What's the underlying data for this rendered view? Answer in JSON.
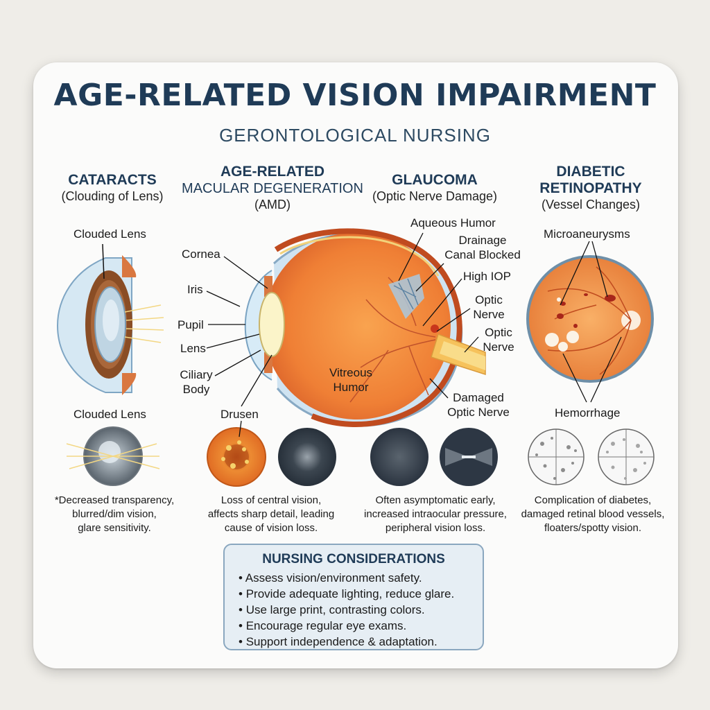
{
  "title": "AGE-RELATED VISION IMPAIRMENT",
  "subtitle": "GERONTOLOGICAL NURSING",
  "columns": [
    {
      "heading": "CATARACTS",
      "sub": "(Clouding of Lens)"
    },
    {
      "heading_line1": "AGE-RELATED",
      "heading_line2": "MACULAR DEGENERATION",
      "sub": "(AMD)"
    },
    {
      "heading": "GLAUCOMA",
      "sub": "(Optic Nerve Damage)"
    },
    {
      "heading_line1": "DIABETIC",
      "heading_line2": "RETINOPATHY",
      "sub": "(Vessel Changes)"
    }
  ],
  "labels": {
    "clouded_lens_top": "Clouded Lens",
    "clouded_lens_bottom": "Clouded Lens",
    "cornea": "Cornea",
    "iris": "Iris",
    "pupil": "Pupil",
    "lens": "Lens",
    "ciliary_body_1": "Ciliary",
    "ciliary_body_2": "Body",
    "drusen": "Drusen",
    "vitreous_1": "Vitreous",
    "vitreous_2": "Humor",
    "aqueous": "Aqueous Humor",
    "drainage_1": "Drainage",
    "drainage_2": "Canal Blocked",
    "high_iop": "High IOP",
    "optic_nerve_a1": "Optic",
    "optic_nerve_a2": "Nerve",
    "optic_nerve_b1": "Optic",
    "optic_nerve_b2": "Nerve",
    "damaged_1": "Damaged",
    "damaged_2": "Optic Nerve",
    "microaneurysms": "Microaneurysms",
    "hemorrhage": "Hemorrhage"
  },
  "descriptions": {
    "cataracts": [
      "*Decreased transparency,",
      "blurred/dim vision,",
      "glare sensitivity."
    ],
    "amd": [
      "Loss of central vision,",
      "affects sharp detail, leading",
      "cause of vision loss."
    ],
    "glaucoma": [
      "Often asymptomatic early,",
      "increased intraocular pressure,",
      "peripheral vision loss."
    ],
    "retinopathy": [
      "Complication of diabetes,",
      "damaged retinal blood vessels,",
      "floaters/spotty vision."
    ]
  },
  "nursing": {
    "heading": "NURSING CONSIDERATIONS",
    "items": [
      "Assess vision/environment safety.",
      "Provide adequate lighting, reduce glare.",
      "Use large print, contrasting colors.",
      "Encourage regular eye exams.",
      "Support independence & adaptation."
    ]
  },
  "colors": {
    "title": "#1f3b57",
    "eye_orange": "#f08a3c",
    "background": "#efede8",
    "card": "#fbfbfa",
    "box": "#e6eef4"
  }
}
